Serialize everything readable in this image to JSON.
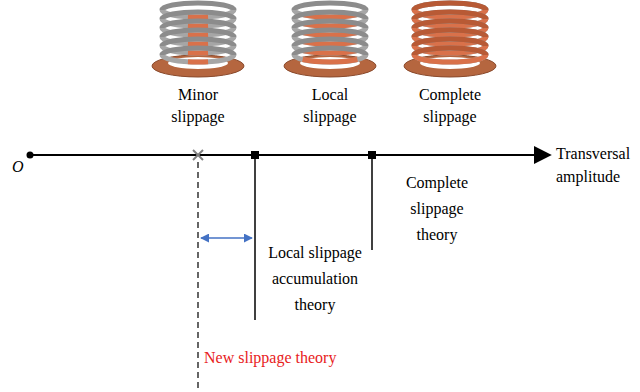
{
  "diagram": {
    "labels": [
      "O",
      "Minor slippage",
      "Local slippage",
      "Complete slippage",
      "Transversal amplitude",
      "Complete slippage theory",
      "Local slippage accumulation theory",
      "New slippage theory"
    ]
  }
}
